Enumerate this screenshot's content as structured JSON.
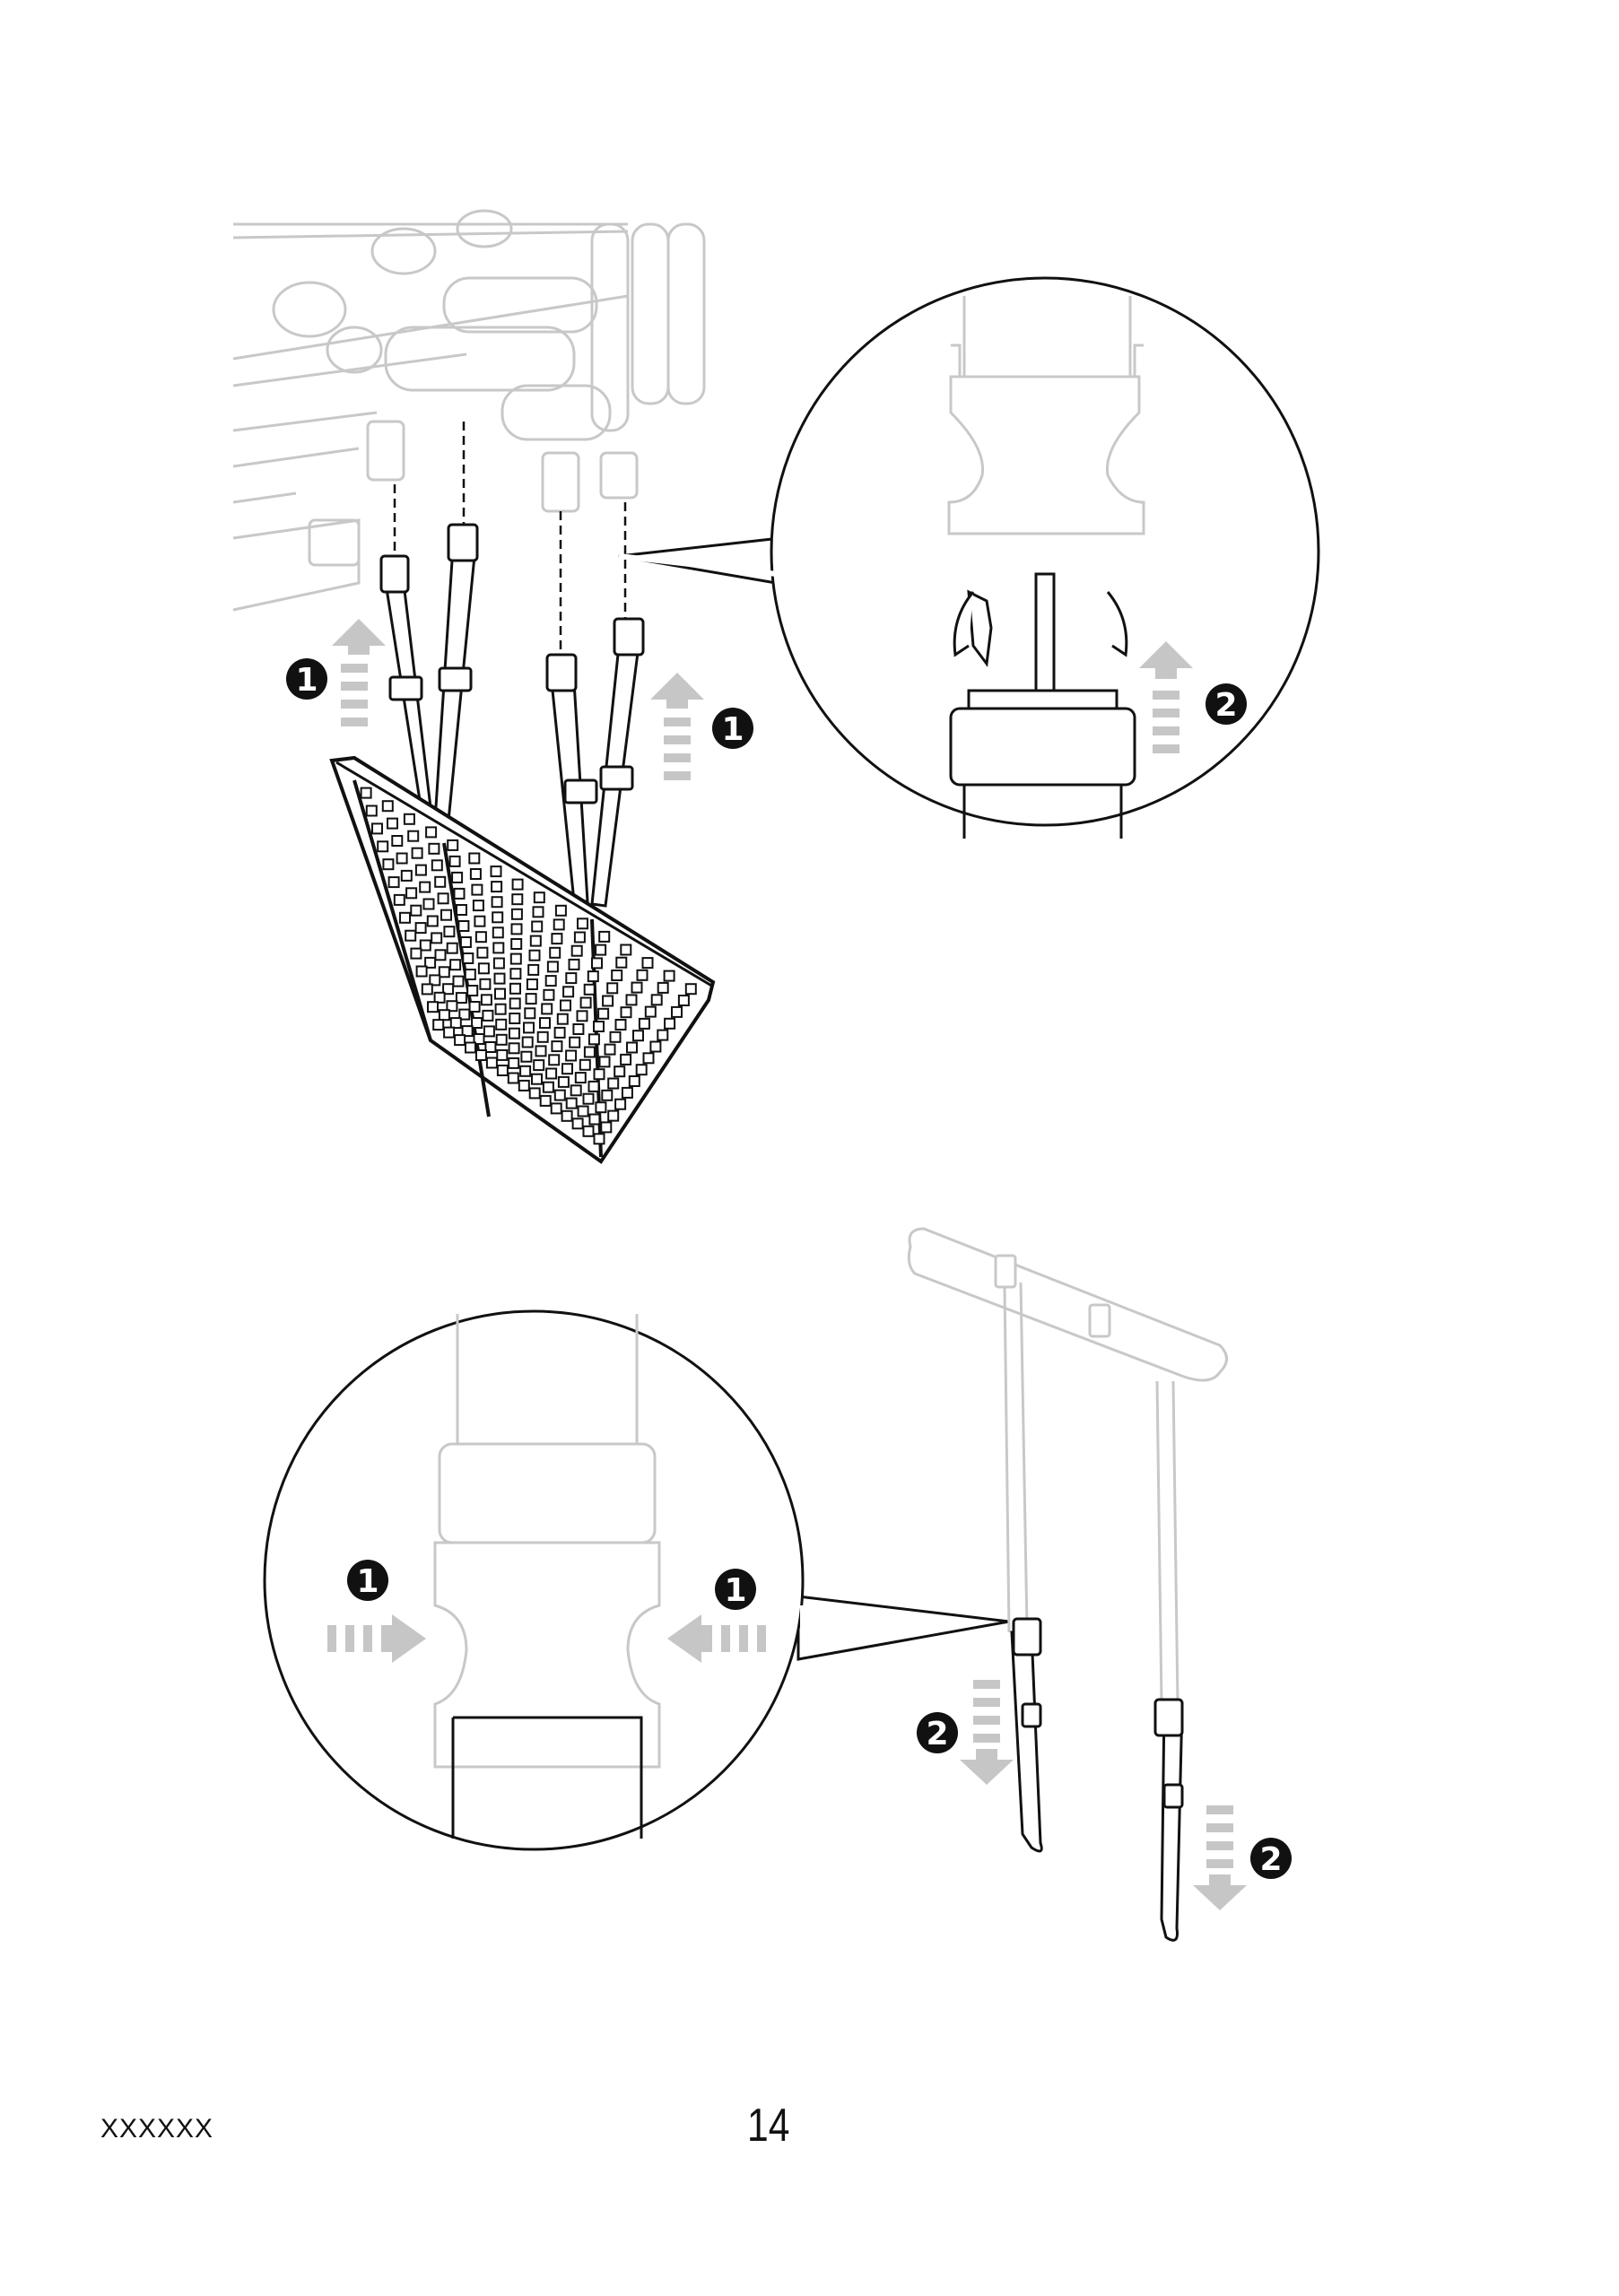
{
  "document": {
    "footer_code": "XXXXXX",
    "page_number": "14"
  },
  "step_badges": {
    "top_left_step": "1",
    "top_right_step": "1",
    "top_zoom_step": "2",
    "bottom_zoom_left_step": "1",
    "bottom_zoom_right_step": "1",
    "bottom_left_strap_step": "2",
    "bottom_right_strap_step": "2"
  },
  "colors": {
    "line": "#111111",
    "faded_line": "#c8c8c8",
    "arrow": "#c6c6c6",
    "badge": "#111111"
  }
}
